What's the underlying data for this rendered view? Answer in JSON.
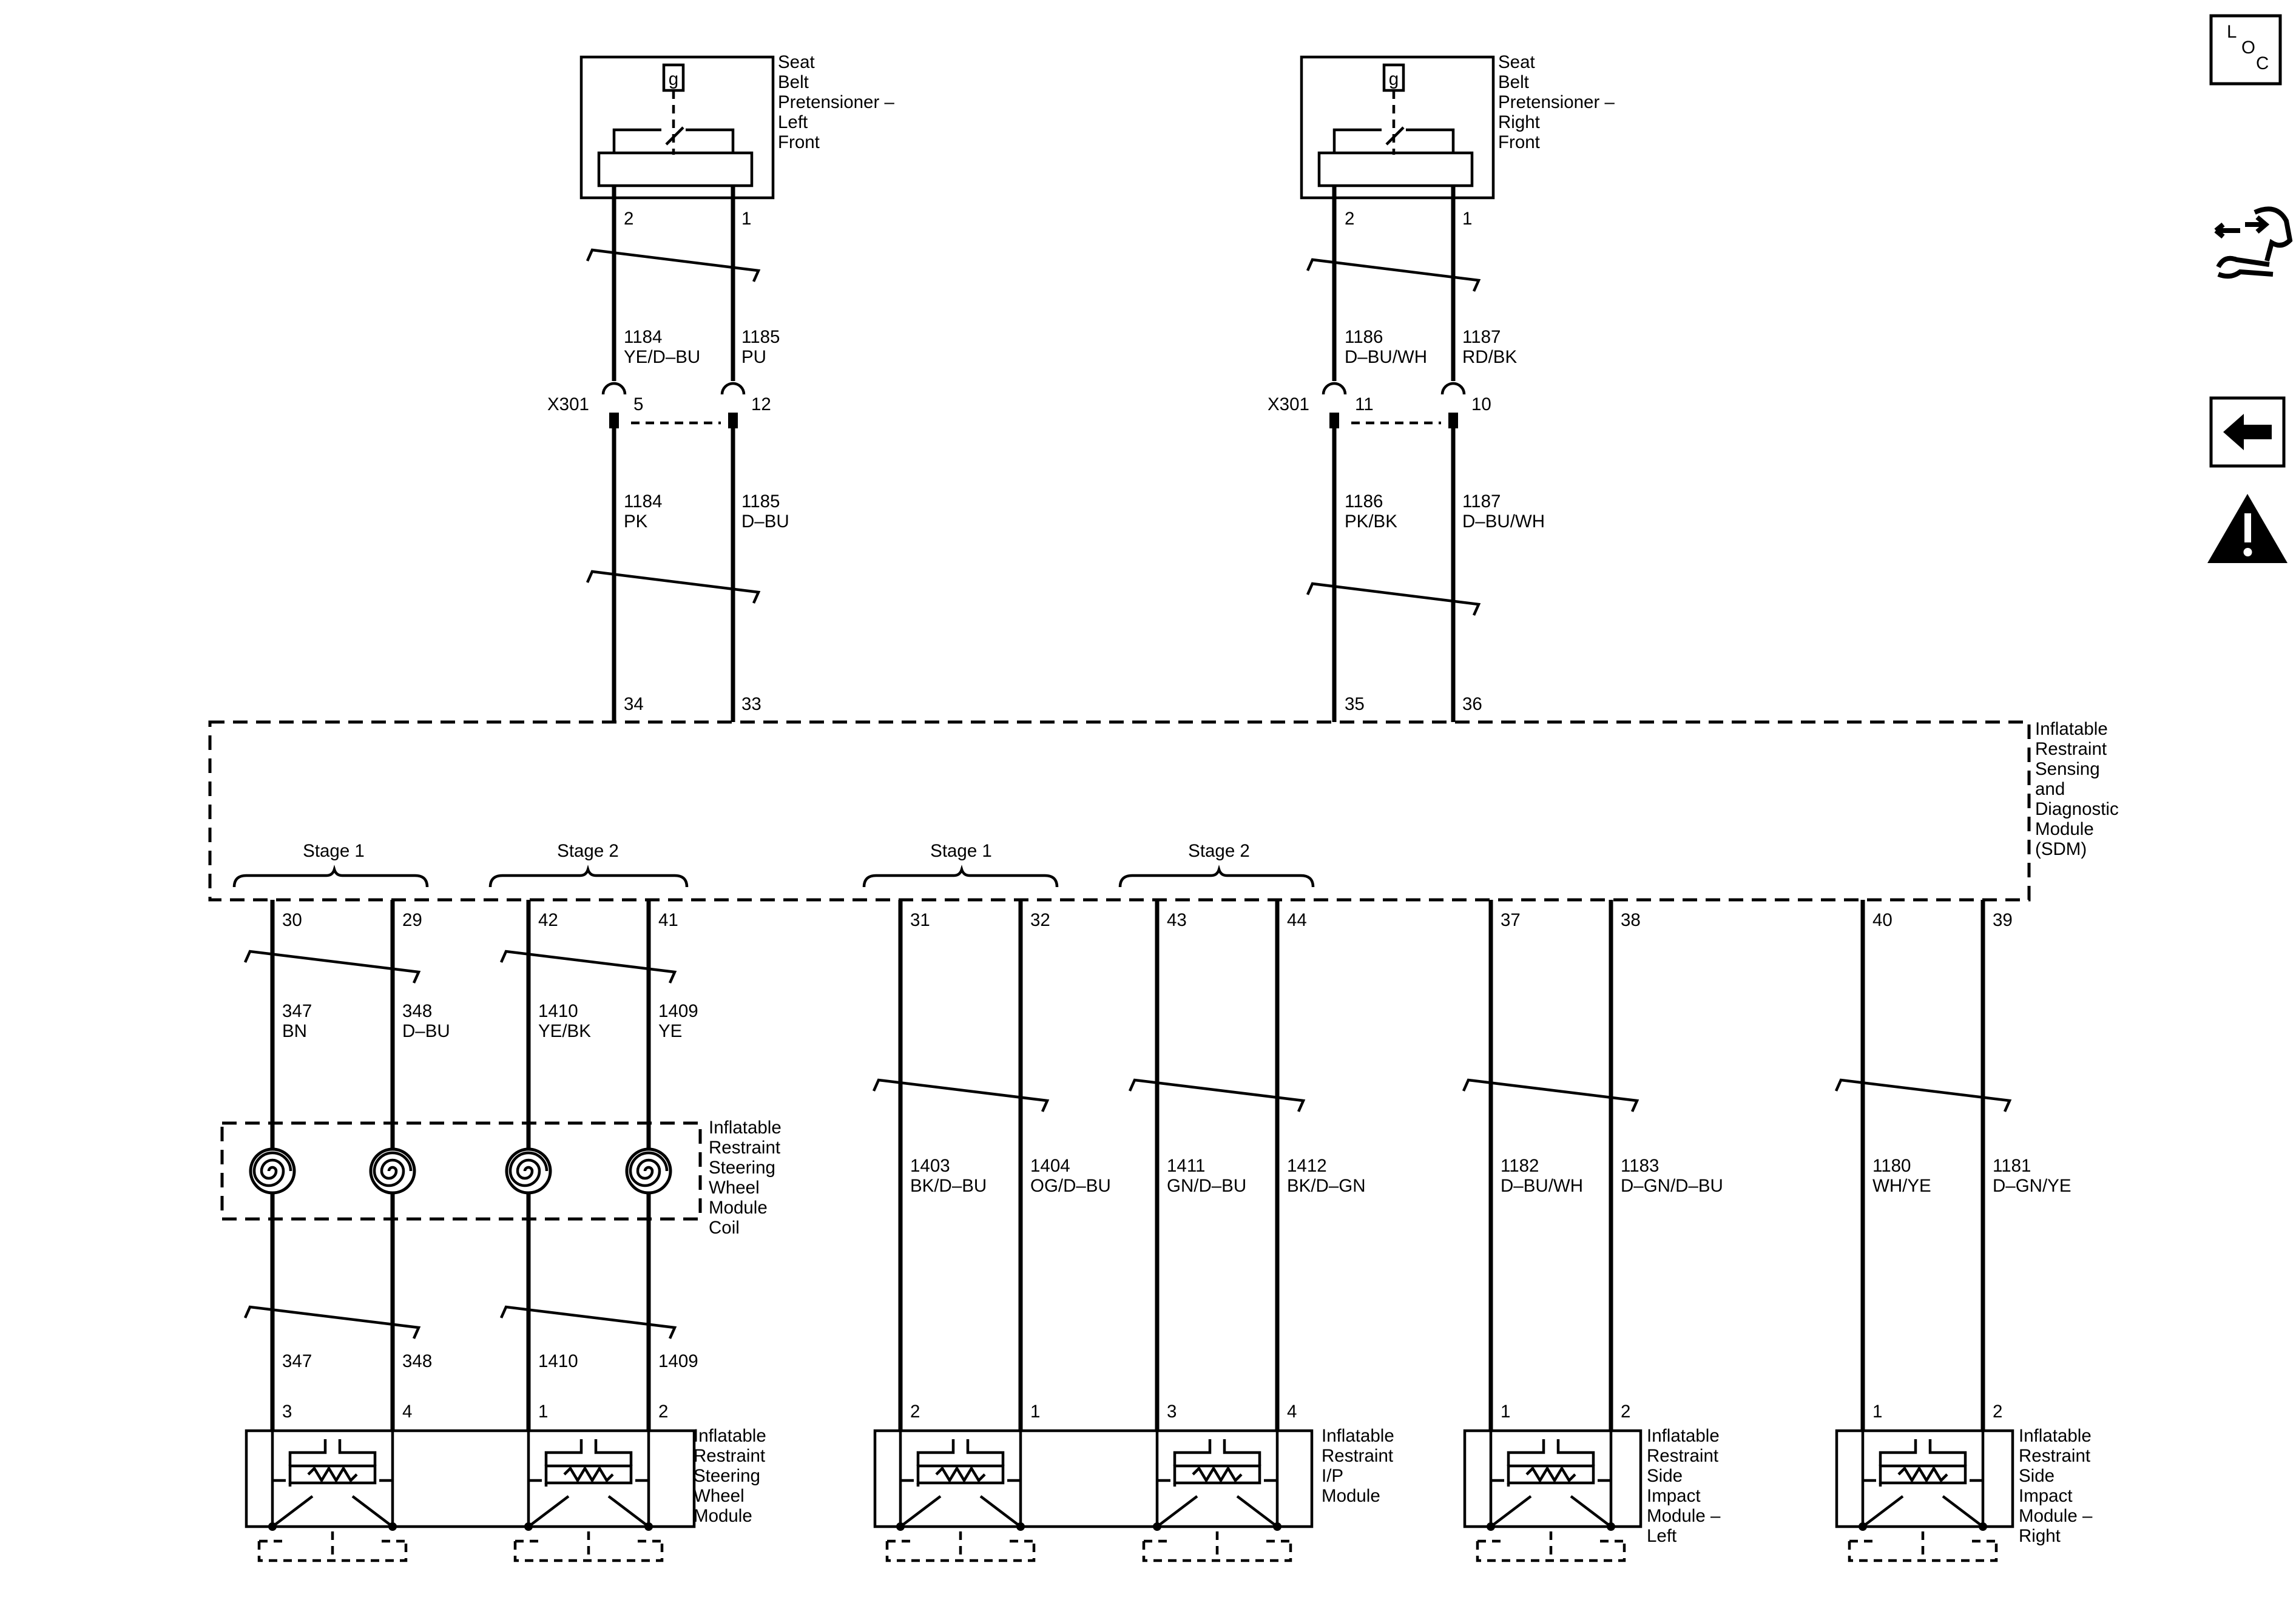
{
  "components": {
    "pret_left": [
      "Seat",
      "Belt",
      "Pretensioner –",
      "Left",
      "Front"
    ],
    "pret_right": [
      "Seat",
      "Belt",
      "Pretensioner –",
      "Right",
      "Front"
    ],
    "sdm": [
      "Inflatable",
      "Restraint",
      "Sensing",
      "and",
      "Diagnostic",
      "Module",
      "(SDM)"
    ],
    "coil": [
      "Inflatable",
      "Restraint",
      "Steering",
      "Wheel",
      "Module",
      "Coil"
    ],
    "steering": [
      "Inflatable",
      "Restraint",
      "Steering",
      "Wheel",
      "Module"
    ],
    "ip": [
      "Inflatable",
      "Restraint",
      "I/P",
      "Module"
    ],
    "side_left": [
      "Inflatable",
      "Restraint",
      "Side",
      "Impact",
      "Module –",
      "Left"
    ],
    "side_right": [
      "Inflatable",
      "Restraint",
      "Side",
      "Impact",
      "Module –",
      "Right"
    ]
  },
  "pretensioner_symbol": "g",
  "connector": {
    "left": "X301",
    "right": "X301",
    "left_pins": [
      "5",
      "12"
    ],
    "right_pins": [
      "11",
      "10"
    ]
  },
  "pret_pins": {
    "left": [
      "2",
      "1"
    ],
    "right": [
      "2",
      "1"
    ]
  },
  "upper_wires": {
    "c1": {
      "n1": "1184",
      "c1": "YE/D–BU",
      "n2": "1184",
      "c2": "PK",
      "sdm": "34"
    },
    "c2": {
      "n1": "1185",
      "c1": "PU",
      "n2": "1185",
      "c2": "D–BU",
      "sdm": "33"
    },
    "c3": {
      "n1": "1186",
      "c1": "D–BU/WH",
      "n2": "1186",
      "c2": "PK/BK",
      "sdm": "35"
    },
    "c4": {
      "n1": "1187",
      "c1": "RD/BK",
      "n2": "1187",
      "c2": "D–BU/WH",
      "sdm": "36"
    }
  },
  "stages": {
    "s1a": "Stage 1",
    "s2a": "Stage 2",
    "s1b": "Stage 1",
    "s2b": "Stage 2"
  },
  "lower_wires": {
    "w1": {
      "sdm": "30",
      "n": "347",
      "c": "BN",
      "n2": "347",
      "pin": "3"
    },
    "w2": {
      "sdm": "29",
      "n": "348",
      "c": "D–BU",
      "n2": "348",
      "pin": "4"
    },
    "w3": {
      "sdm": "42",
      "n": "1410",
      "c": "YE/BK",
      "n2": "1410",
      "pin": "1"
    },
    "w4": {
      "sdm": "41",
      "n": "1409",
      "c": "YE",
      "n2": "1409",
      "pin": "2"
    },
    "w5": {
      "sdm": "31",
      "n": "1403",
      "c": "BK/D–BU",
      "pin": "2"
    },
    "w6": {
      "sdm": "32",
      "n": "1404",
      "c": "OG/D–BU",
      "pin": "1"
    },
    "w7": {
      "sdm": "43",
      "n": "1411",
      "c": "GN/D–BU",
      "pin": "3"
    },
    "w8": {
      "sdm": "44",
      "n": "1412",
      "c": "BK/D–GN",
      "pin": "4"
    },
    "w9": {
      "sdm": "37",
      "n": "1182",
      "c": "D–BU/WH",
      "pin": "1"
    },
    "w10": {
      "sdm": "38",
      "n": "1183",
      "c": "D–GN/D–BU",
      "pin": "2"
    },
    "w11": {
      "sdm": "40",
      "n": "1180",
      "c": "WH/YE",
      "pin": "1"
    },
    "w12": {
      "sdm": "39",
      "n": "1181",
      "c": "D–GN/YE",
      "pin": "2"
    }
  },
  "sidebar": {
    "loc_l": "L",
    "loc_o": "O",
    "loc_c": "C",
    "icons": [
      "loc-icon",
      "connector-tool-icon",
      "back-arrow-icon",
      "warning-icon"
    ]
  },
  "colors": {
    "line": "#000000",
    "background": "#ffffff"
  }
}
